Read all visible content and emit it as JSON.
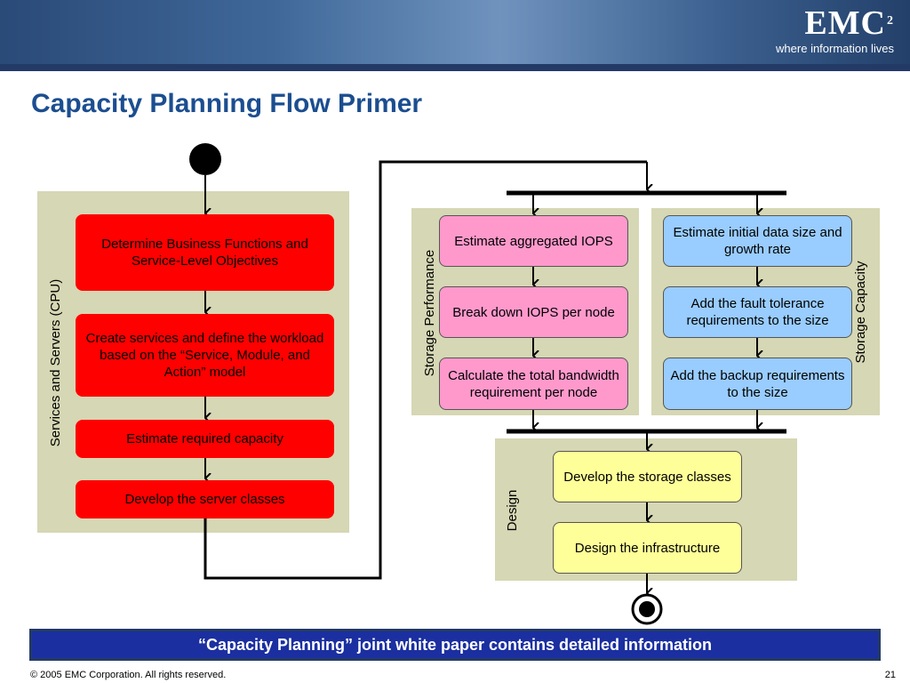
{
  "header": {
    "logo": "EMC",
    "logo_superscript": "2",
    "tagline": "where information lives",
    "brand_color": "#233a66"
  },
  "title": "Capacity Planning Flow Primer",
  "lanes": {
    "cpu": {
      "label": "Services and Servers (CPU)",
      "boxes": [
        "Determine Business Functions and Service-Level Objectives",
        "Create services and define the workload based on the “Service, Module, and Action” model",
        "Estimate required capacity",
        "Develop the server classes"
      ]
    },
    "performance": {
      "label": "Storage Performance",
      "boxes": [
        "Estimate aggregated IOPS",
        "Break down IOPS per node",
        "Calculate the total bandwidth requirement per node"
      ]
    },
    "capacity": {
      "label": "Storage Capacity",
      "boxes": [
        "Estimate initial data size and growth rate",
        "Add the fault tolerance requirements to the size",
        "Add the backup requirements to the size"
      ]
    },
    "design": {
      "label": "Design",
      "boxes": [
        "Develop the storage classes",
        "Design the infrastructure"
      ]
    }
  },
  "colors": {
    "panel": "#d6d7b4",
    "cpu_box": "#ff0000",
    "performance_box": "#ff99cc",
    "capacity_box": "#99ccff",
    "design_box": "#ffff99",
    "title": "#1b4e90"
  },
  "footer": {
    "banner": "“Capacity Planning” joint white paper contains detailed information",
    "copyright": "© 2005 EMC Corporation. All rights reserved.",
    "page_number": "21"
  }
}
